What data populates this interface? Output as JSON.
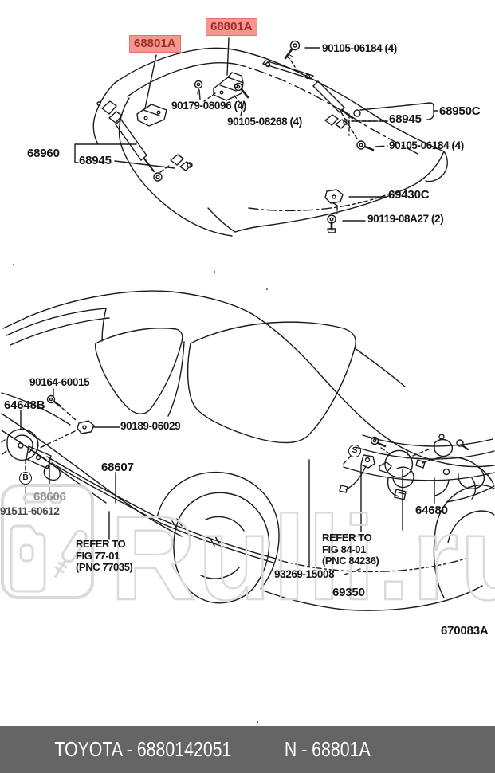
{
  "top_diagram": {
    "highlights": [
      {
        "text": "68801A"
      },
      {
        "text": "68801A"
      }
    ],
    "labels": [
      {
        "id": "bolt-90105-06184-upper",
        "text": "90105-06184 (4)"
      },
      {
        "id": "screw-90179-08096",
        "text": "90179-08096 (4)"
      },
      {
        "id": "bolt-90105-08268",
        "text": "90105-08268 (4)"
      },
      {
        "id": "stay-assy-68950c",
        "text": "68950C"
      },
      {
        "id": "stay-68945-right",
        "text": "68945"
      },
      {
        "id": "bolt-90105-06184-lower",
        "text": "90105-06184 (4)"
      },
      {
        "id": "stay-assy-68960",
        "text": "68960"
      },
      {
        "id": "stay-68945-left",
        "text": "68945"
      },
      {
        "id": "support-69430c",
        "text": "69430C"
      },
      {
        "id": "bolt-90119-08a27",
        "text": "90119-08A27 (2)"
      }
    ]
  },
  "lower_diagram": {
    "labels": [
      {
        "id": "screw-90164-60015",
        "text": "90164-60015"
      },
      {
        "id": "lock-assy-64648b",
        "text": "64648B"
      },
      {
        "id": "clip-90189-06029",
        "text": "90189-06029"
      },
      {
        "id": "cable-68607",
        "text": "68607"
      },
      {
        "id": "cable-68606",
        "text": "68606"
      },
      {
        "id": "bolt-91511-60612",
        "text": "91511-60612"
      },
      {
        "id": "lock-64680",
        "text": "64680"
      },
      {
        "id": "cable-93269-15008",
        "text": "93269-15008"
      },
      {
        "id": "lock-assy-69350",
        "text": "69350"
      }
    ],
    "callouts": [
      {
        "letter": "B"
      },
      {
        "letter": "S"
      }
    ],
    "notes": [
      {
        "lines": [
          "REFER TO",
          "FIG 77-01",
          "(PNC 77035)"
        ]
      },
      {
        "lines": [
          "REFER TO",
          "FIG 84-01",
          "(PNC 84236)"
        ]
      }
    ],
    "drawing_number": "670083A"
  },
  "watermark": {
    "text": "Rulli.ru"
  },
  "footer": {
    "catalog_ref": "TOYOTA - 6880142051",
    "part_ref": "N - 68801A"
  },
  "colors": {
    "highlight_bg": "#f5968f",
    "highlight_border": "#e0736c",
    "highlight_text": "#9e2d27",
    "line": "#1b1b1b",
    "footer_bg": "#656565",
    "footer_text": "#ffffff",
    "watermark": "#dadada"
  }
}
